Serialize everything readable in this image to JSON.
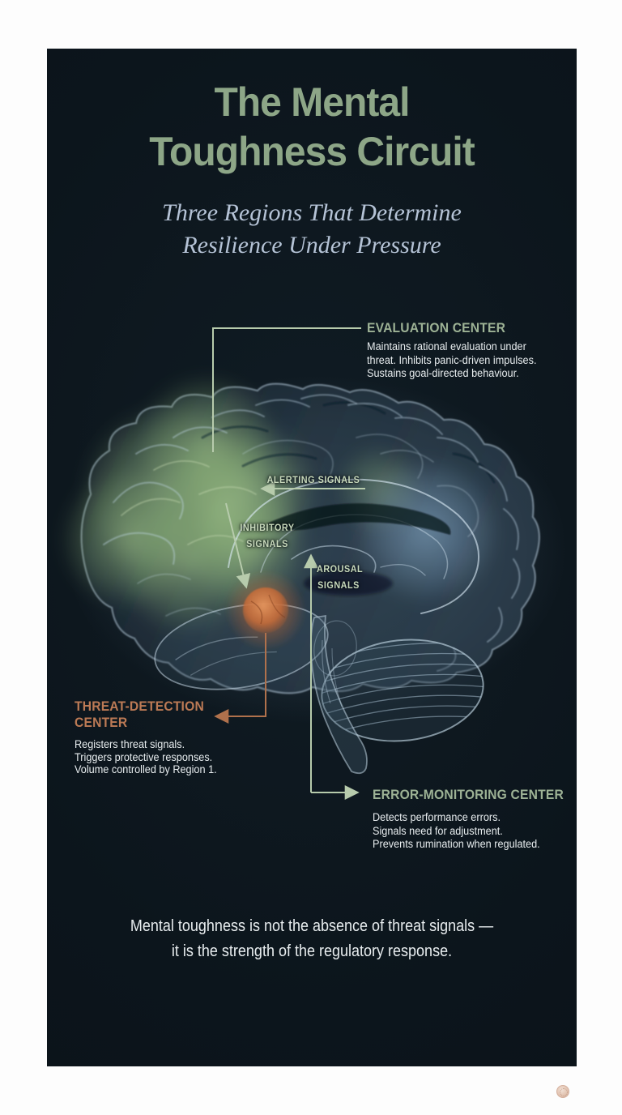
{
  "poster": {
    "title": [
      "The Mental",
      "Toughness Circuit"
    ],
    "subtitle": [
      "Three Regions That Determine",
      "Resilience Under Pressure"
    ]
  },
  "regions": {
    "evaluation": {
      "heading": "EVALUATION CENTER",
      "desc": [
        "Maintains rational evaluation under",
        "threat. Inhibits panic-driven impulses.",
        "Sustains goal-directed behaviour."
      ]
    },
    "threat": {
      "heading": [
        "THREAT-DETECTION",
        "CENTER"
      ],
      "desc": [
        "Registers threat signals.",
        "Triggers protective responses.",
        "Volume controlled by Region 1."
      ]
    },
    "error": {
      "heading": "ERROR-MONITORING CENTER",
      "desc": [
        "Detects performance errors.",
        "Signals need for adjustment.",
        "Prevents rumination when regulated."
      ]
    }
  },
  "signals": {
    "alerting": "ALERTING SIGNALS",
    "inhibitory": [
      "INHIBITORY",
      "SIGNALS"
    ],
    "arousal": [
      "AROUSAL",
      "SIGNALS"
    ]
  },
  "footer": {
    "line1": "Mental toughness is not the absence of threat signals —",
    "line2": "it is the strength of the regulatory response."
  },
  "icons": {
    "watermark": "publisher-seal-icon"
  },
  "colors": {
    "panel_bg": "#0c151c",
    "title_green": "#8da687",
    "subtitle_blue": "#b5c3d6",
    "sage_label": "#9db295",
    "orange_label": "#bc7a55",
    "signal_green": "#c9dabc",
    "body_text": "#e8edef",
    "arrow_green": "#b7cbac",
    "arrow_orange": "#b0714c",
    "region_green": "#a3c492",
    "region_blue": "#a9c7df",
    "region_orange": "#c97144"
  }
}
